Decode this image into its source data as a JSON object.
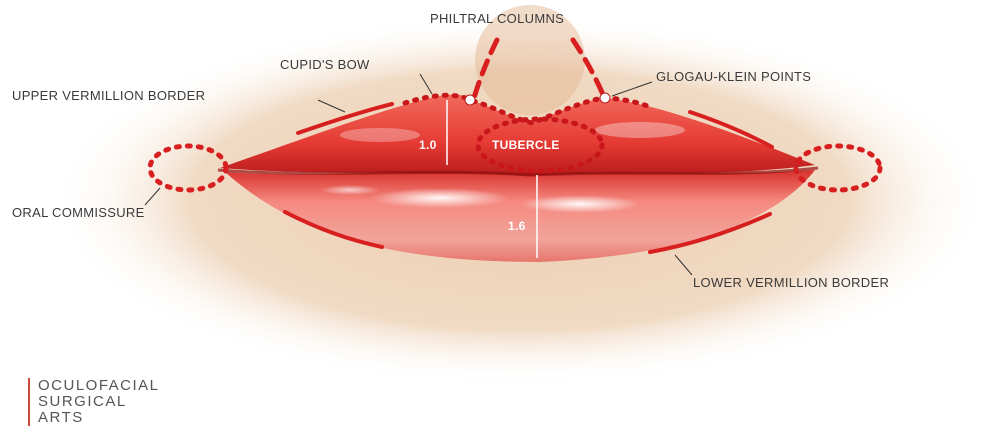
{
  "labels": {
    "philtral_columns": "PHILTRAL COLUMNS",
    "cupids_bow": "CUPID'S BOW",
    "glogau_klein_points": "GLOGAU-KLEIN POINTS",
    "upper_vermillion_border": "UPPER VERMILLION BORDER",
    "tubercle": "TUBERCLE",
    "oral_commissure": "ORAL COMMISSURE",
    "lower_vermillion_border": "LOWER VERMILLION BORDER"
  },
  "ratio": {
    "upper": "1.0",
    "lower": "1.6"
  },
  "brand": {
    "line1": "OCULOFACIAL",
    "line2": "SURGICAL",
    "line3": "ARTS"
  },
  "colors": {
    "lip": "#e8332f",
    "lip_highlight": "#f7a39a",
    "annotation": "#d81f1f",
    "skin": "#e9c9a6",
    "text": "#3a3a3a"
  }
}
